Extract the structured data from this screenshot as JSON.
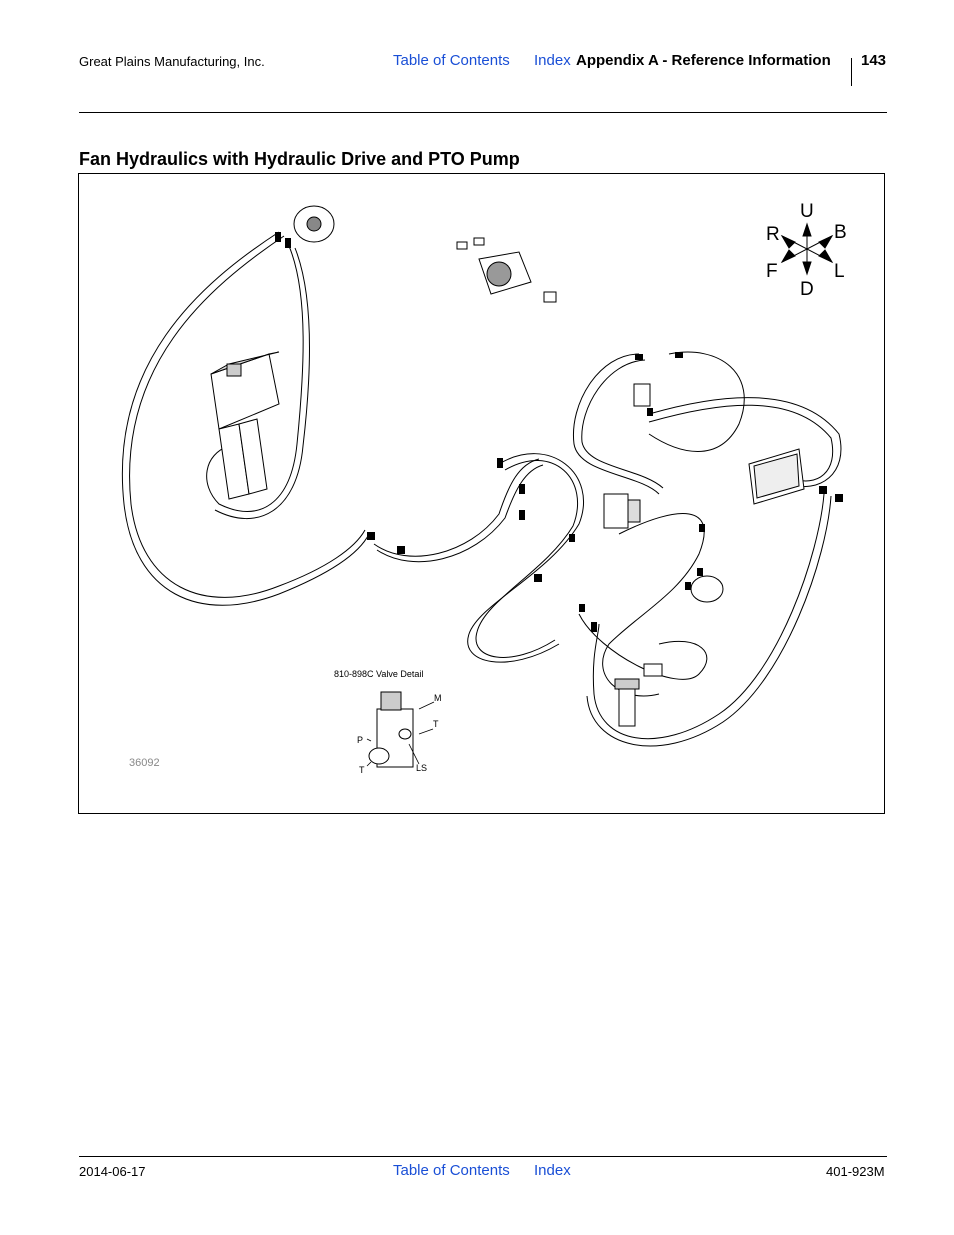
{
  "header": {
    "company": "Great Plains Manufacturing, Inc.",
    "toc_link": "Table of Contents",
    "index_link": "Index",
    "section": "Appendix A - Reference Information",
    "page_number": "143"
  },
  "title": "Fan Hydraulics with Hydraulic Drive and PTO Pump",
  "figure": {
    "compass": {
      "up": "U",
      "down": "D",
      "right_rear": "R",
      "back": "B",
      "front": "F",
      "left": "L"
    },
    "valve_detail_label": "810-898C Valve Detail",
    "port_labels": {
      "m": "M",
      "t_right": "T",
      "p": "P",
      "t_left": "T",
      "ls": "LS"
    },
    "figure_number": "36092"
  },
  "footer": {
    "date": "2014-06-17",
    "toc_link": "Table of Contents",
    "index_link": "Index",
    "doc_number": "401-923M"
  }
}
